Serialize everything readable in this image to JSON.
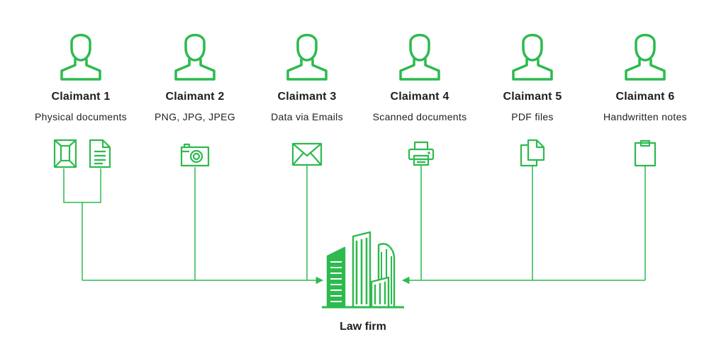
{
  "accent": "#2dba4e",
  "claimants": [
    {
      "name": "Claimant 1",
      "desc": "Physical documents",
      "icons": [
        "envelope-icon",
        "document-icon"
      ]
    },
    {
      "name": "Claimant 2",
      "desc": "PNG, JPG, JPEG",
      "icons": [
        "camera-icon"
      ]
    },
    {
      "name": "Claimant 3",
      "desc": "Data via Emails",
      "icons": [
        "mail-icon"
      ]
    },
    {
      "name": "Claimant 4",
      "desc": "Scanned documents",
      "icons": [
        "printer-icon"
      ]
    },
    {
      "name": "Claimant 5",
      "desc": "PDF files",
      "icons": [
        "files-icon"
      ]
    },
    {
      "name": "Claimant 6",
      "desc": "Handwritten notes",
      "icons": [
        "clipboard-icon"
      ]
    }
  ],
  "target": {
    "label": "Law firm",
    "icon": "buildings-icon"
  }
}
